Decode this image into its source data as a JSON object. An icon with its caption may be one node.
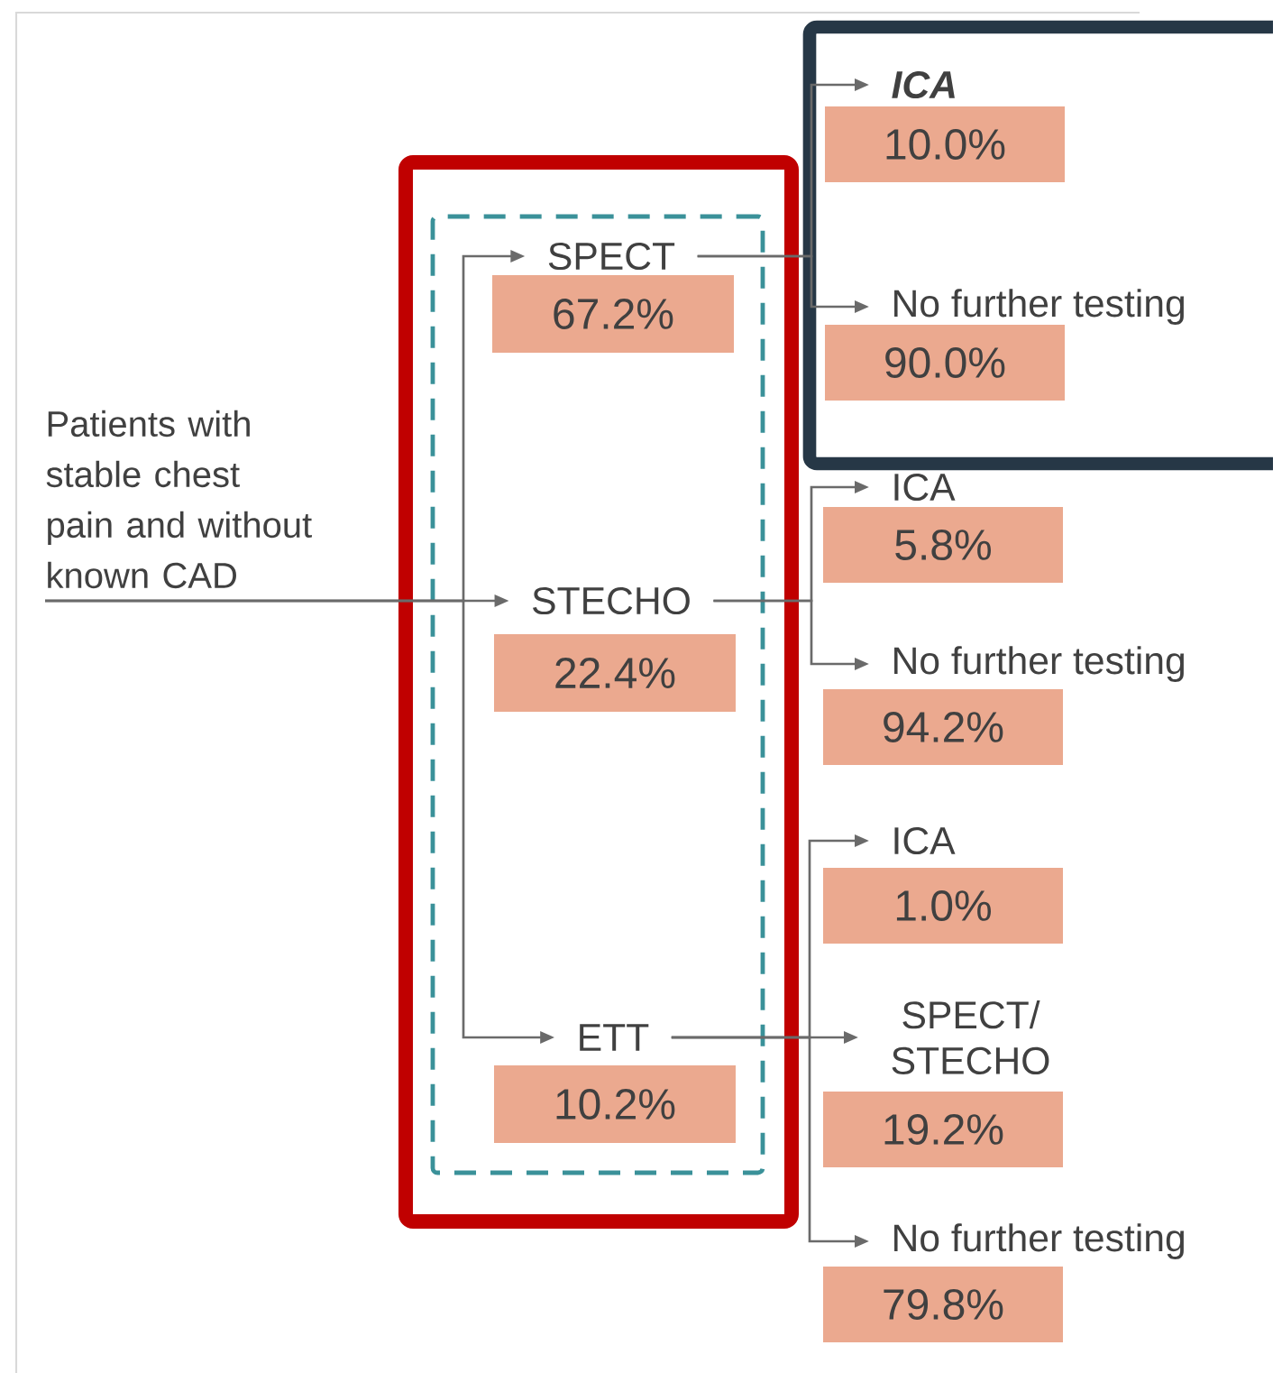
{
  "diagram": {
    "nodes": [
      {
        "text": [],
        "shape": "box"
      },
      {
        "text": [],
        "shape": "box",
        "in": 0
      },
      {
        "text": [
          "SPECT",
          "67.2%"
        ],
        "in": 1
      },
      {
        "text": [
          "STECHO",
          "22.4%"
        ],
        "in": 1
      },
      {
        "text": [
          "ETT",
          "10.2%"
        ],
        "in": 1
      },
      {
        "text": [
          "Patients with stable chest pain and without known CAD"
        ]
      },
      {
        "text": [],
        "shape": "box"
      },
      {
        "text": [
          "ICA",
          "10.0%"
        ],
        "in": 6
      },
      {
        "text": [
          "No further testing",
          "90.0%"
        ],
        "in": 6
      },
      {
        "text": [
          "ICA",
          "5.8%"
        ]
      },
      {
        "text": [
          "No further testing",
          "94.2%"
        ]
      },
      {
        "text": [
          "ICA",
          "1.0%"
        ]
      },
      {
        "text": [
          "SPECT/ STECHO",
          "19.2%"
        ]
      },
      {
        "text": [
          "No further testing",
          "79.8%"
        ]
      }
    ],
    "edges": [
      {
        "from": 5,
        "to": 2,
        "arrow": "to"
      },
      {
        "from": 5,
        "to": 3,
        "arrow": "to"
      },
      {
        "from": 5,
        "to": 4,
        "arrow": "to"
      },
      {
        "from": 2,
        "to": 7,
        "arrow": "to"
      },
      {
        "from": 2,
        "to": 8,
        "arrow": "to"
      },
      {
        "from": 3,
        "to": 9,
        "arrow": "to"
      },
      {
        "from": 3,
        "to": 10,
        "arrow": "to"
      },
      {
        "from": 4,
        "to": 11,
        "arrow": "to"
      },
      {
        "from": 4,
        "to": 12,
        "arrow": "to"
      },
      {
        "from": 4,
        "to": 13,
        "arrow": "to"
      }
    ]
  }
}
